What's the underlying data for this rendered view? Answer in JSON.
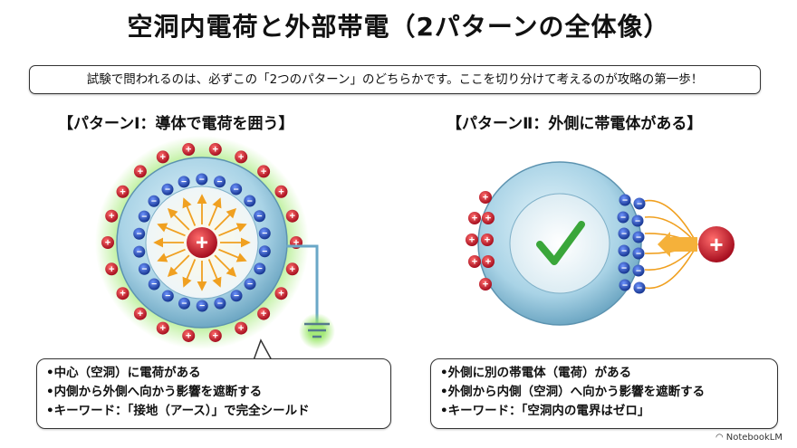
{
  "title": "空洞内電荷と外部帯電（2パターンの全体像）",
  "banner": "試験で問われるのは、必ずこの「2つのパターン」のどちらかです。ここを切り分けて考えるのが攻略の第一歩！",
  "pattern1": {
    "title": "【パターンⅠ：導体で電荷を囲う】",
    "center_charge": "+",
    "bullets": [
      "•中心（空洞）に電荷がある",
      "•内側から外側へ向かう影響を遮断する",
      "•キーワード：「接地（アース）」で完全シールド"
    ]
  },
  "pattern2": {
    "title": "【パターンⅡ：外側に帯電体がある】",
    "external_charge": "+",
    "bullets": [
      "•外側に別の帯電体（電荷）がある",
      "•外側から内側（空洞）へ向かう影響を遮断する",
      "•キーワード：「空洞内の電界はゼロ」"
    ]
  },
  "brand": "NotebookLM",
  "colors": {
    "positive": "#c8102e",
    "negative": "#1f4fbf",
    "check": "#3aa63a",
    "field": "#f0a020"
  }
}
